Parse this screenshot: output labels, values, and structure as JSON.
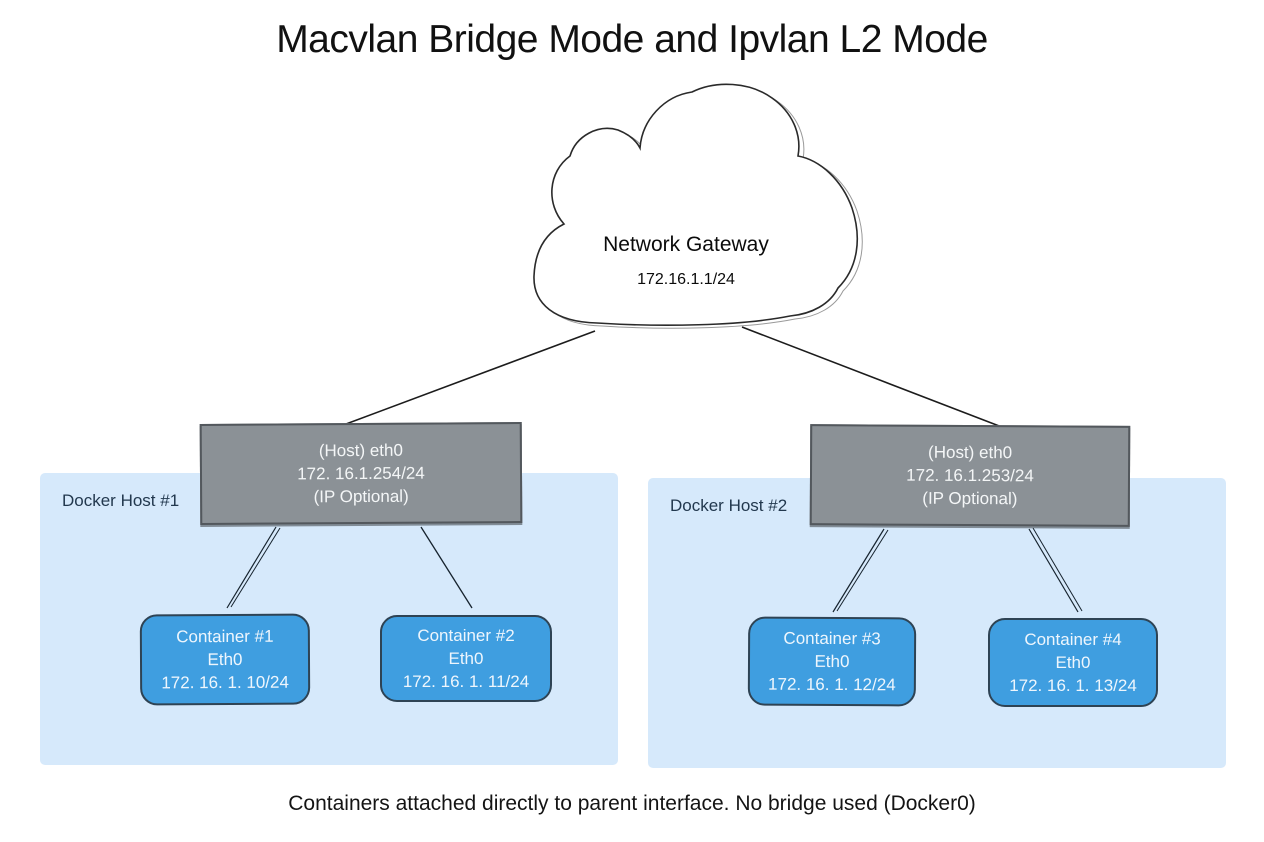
{
  "title": "Macvlan Bridge Mode and Ipvlan L2 Mode",
  "caption": "Containers attached directly to parent interface. No bridge used (Docker0)",
  "cloud": {
    "label": "Network Gateway",
    "ip": "172.16.1.1/24"
  },
  "hosts": [
    {
      "label": "Docker Host #1",
      "interface": {
        "line1": "(Host) eth0",
        "line2": "172. 16.1.254/24",
        "line3": "(IP Optional)"
      },
      "containers": [
        {
          "name": "Container #1",
          "iface": "Eth0",
          "ip": "172. 16. 1. 10/24"
        },
        {
          "name": "Container #2",
          "iface": "Eth0",
          "ip": "172. 16. 1. 11/24"
        }
      ]
    },
    {
      "label": "Docker Host #2",
      "interface": {
        "line1": "(Host) eth0",
        "line2": "172. 16.1.253/24",
        "line3": "(IP Optional)"
      },
      "containers": [
        {
          "name": "Container #3",
          "iface": "Eth0",
          "ip": "172. 16. 1. 12/24"
        },
        {
          "name": "Container #4",
          "iface": "Eth0",
          "ip": "172. 16. 1. 13/24"
        }
      ]
    }
  ],
  "colors": {
    "panel": "#d6e9fb",
    "host_box": "#8b9196",
    "container_box": "#3f9ee0",
    "line": "#1c1c1c",
    "panel_label_text": "#22384e",
    "box_text": "#ffffff"
  }
}
